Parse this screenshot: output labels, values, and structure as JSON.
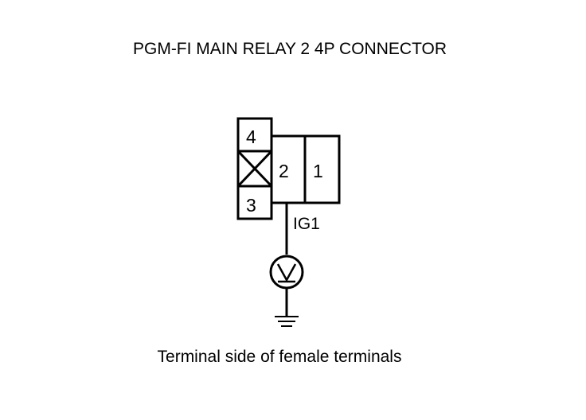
{
  "title": "PGM-FI MAIN RELAY 2 4P CONNECTOR",
  "caption": "Terminal side of female terminals",
  "connector": {
    "terminals": [
      "4",
      "3",
      "2",
      "1"
    ],
    "wire_label": "IG1"
  },
  "meter_icon": "voltmeter-icon",
  "ground_icon": "ground-icon",
  "colors": {
    "line": "#000000",
    "background": "#ffffff"
  }
}
